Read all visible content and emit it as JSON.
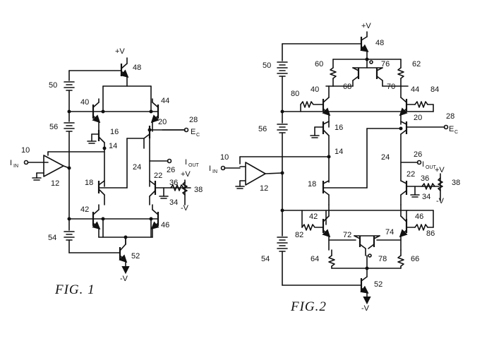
{
  "fig1": {
    "caption": "FIG. 1",
    "labels": {
      "vplus": "+V",
      "n48": "48",
      "n50": "50",
      "n40": "40",
      "n44": "44",
      "n56": "56",
      "n16": "16",
      "n20": "20",
      "n28": "28",
      "ec": "E",
      "ec_sub": "C",
      "n10": "10",
      "iin": "I",
      "iin_sub": "IN",
      "n14": "14",
      "n12": "12",
      "n24": "24",
      "n26": "26",
      "iout": "I",
      "iout_sub": "OUT",
      "n18": "18",
      "n22": "22",
      "n36": "36",
      "vplus2": "+V",
      "n38": "38",
      "n34": "34",
      "vminus2": "-V",
      "n42": "42",
      "n46": "46",
      "n54": "54",
      "n52": "52",
      "vminus": "-V"
    }
  },
  "fig2": {
    "caption": "FIG.2",
    "labels": {
      "vplus": "+V",
      "n48": "48",
      "n50": "50",
      "n60": "60",
      "n76": "76",
      "n62": "62",
      "n68": "68",
      "n70": "70",
      "n80": "80",
      "n40": "40",
      "n44": "44",
      "n84": "84",
      "n20": "20",
      "n28": "28",
      "ec": "E",
      "ec_sub": "C",
      "n56": "56",
      "n16": "16",
      "n10": "10",
      "iin": "I",
      "iin_sub": "IN",
      "n14": "14",
      "n24": "24",
      "n26": "26",
      "iout": "I",
      "iout_sub": "OUT",
      "n12": "12",
      "n22": "22",
      "n36": "36",
      "vplus2": "+V",
      "n18": "18",
      "n34": "34",
      "n38": "38",
      "vminus2": "-V",
      "n42": "42",
      "n46": "46",
      "n82": "82",
      "n72": "72",
      "n74": "74",
      "n86": "86",
      "n54": "54",
      "n64": "64",
      "n78": "78",
      "n66": "66",
      "n52": "52",
      "vminus": "-V"
    }
  }
}
